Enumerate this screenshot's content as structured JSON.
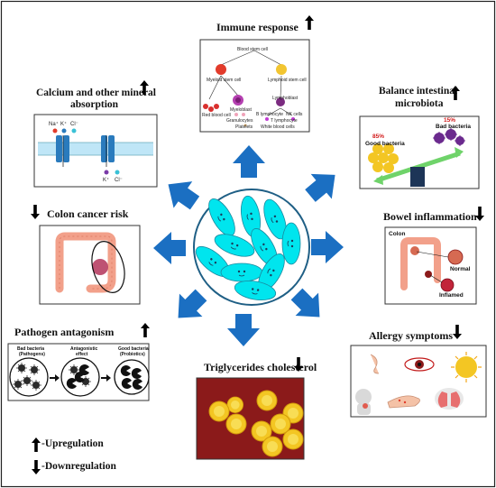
{
  "center": {
    "title": ""
  },
  "panels": {
    "immune": {
      "label": "Immune response",
      "trend": "up",
      "cells": [
        "Blood stem cell",
        "Myeloid stem cell",
        "Lymphoid stem cell",
        "Red blood cell",
        "Myeloblast",
        "Lymphoblast",
        "Granulocytes",
        "B lymphocyte",
        "NK cells",
        "T lymphocyte",
        "Platelets",
        "White blood cells"
      ]
    },
    "calcium": {
      "label_line1": "Calcium and other mineral",
      "label_line2": "absorption",
      "trend": "up",
      "ions_top": [
        "Na⁺",
        "K⁺",
        "Cl⁻"
      ],
      "ions_bottom": [
        "K⁺",
        "Cl⁻"
      ]
    },
    "balance": {
      "label_line1": "Balance intestinal",
      "label_line2": "microbiota",
      "trend": "up",
      "good_pct": "85%",
      "good_label": "Good bacteria",
      "bad_pct": "15%",
      "bad_label": "Bad bacteria"
    },
    "colon_cancer": {
      "label": "Colon cancer risk",
      "trend": "down"
    },
    "bowel": {
      "label": "Bowel inflammation",
      "trend": "down",
      "colon": "Colon",
      "normal": "Normal",
      "inflamed": "Inflamed"
    },
    "pathogen": {
      "label": "Pathogen antagonism",
      "trend": "up",
      "stage1_line1": "Bad bacteria",
      "stage1_line2": "(Pathogens)",
      "stage2_line1": "Antagonistic",
      "stage2_line2": "effect",
      "stage3_line1": "Good bacteria",
      "stage3_line2": "(Probiotics)"
    },
    "triglycerides": {
      "label": "Triglycerides cholesterol",
      "trend": "down"
    },
    "allergy": {
      "label": "Allergy symptoms",
      "trend": "down"
    }
  },
  "legend": {
    "up": "-Upregulation",
    "down": "-Downregulation"
  },
  "colors": {
    "probiotic": "#00e5ee",
    "arrow": "#1b6fc2",
    "fat_background": "#8b1a1a",
    "fat_globule": "#f3c623",
    "colon": "#f2a08a"
  },
  "icons": {
    "up": "up-arrow-icon",
    "down": "down-arrow-icon"
  }
}
